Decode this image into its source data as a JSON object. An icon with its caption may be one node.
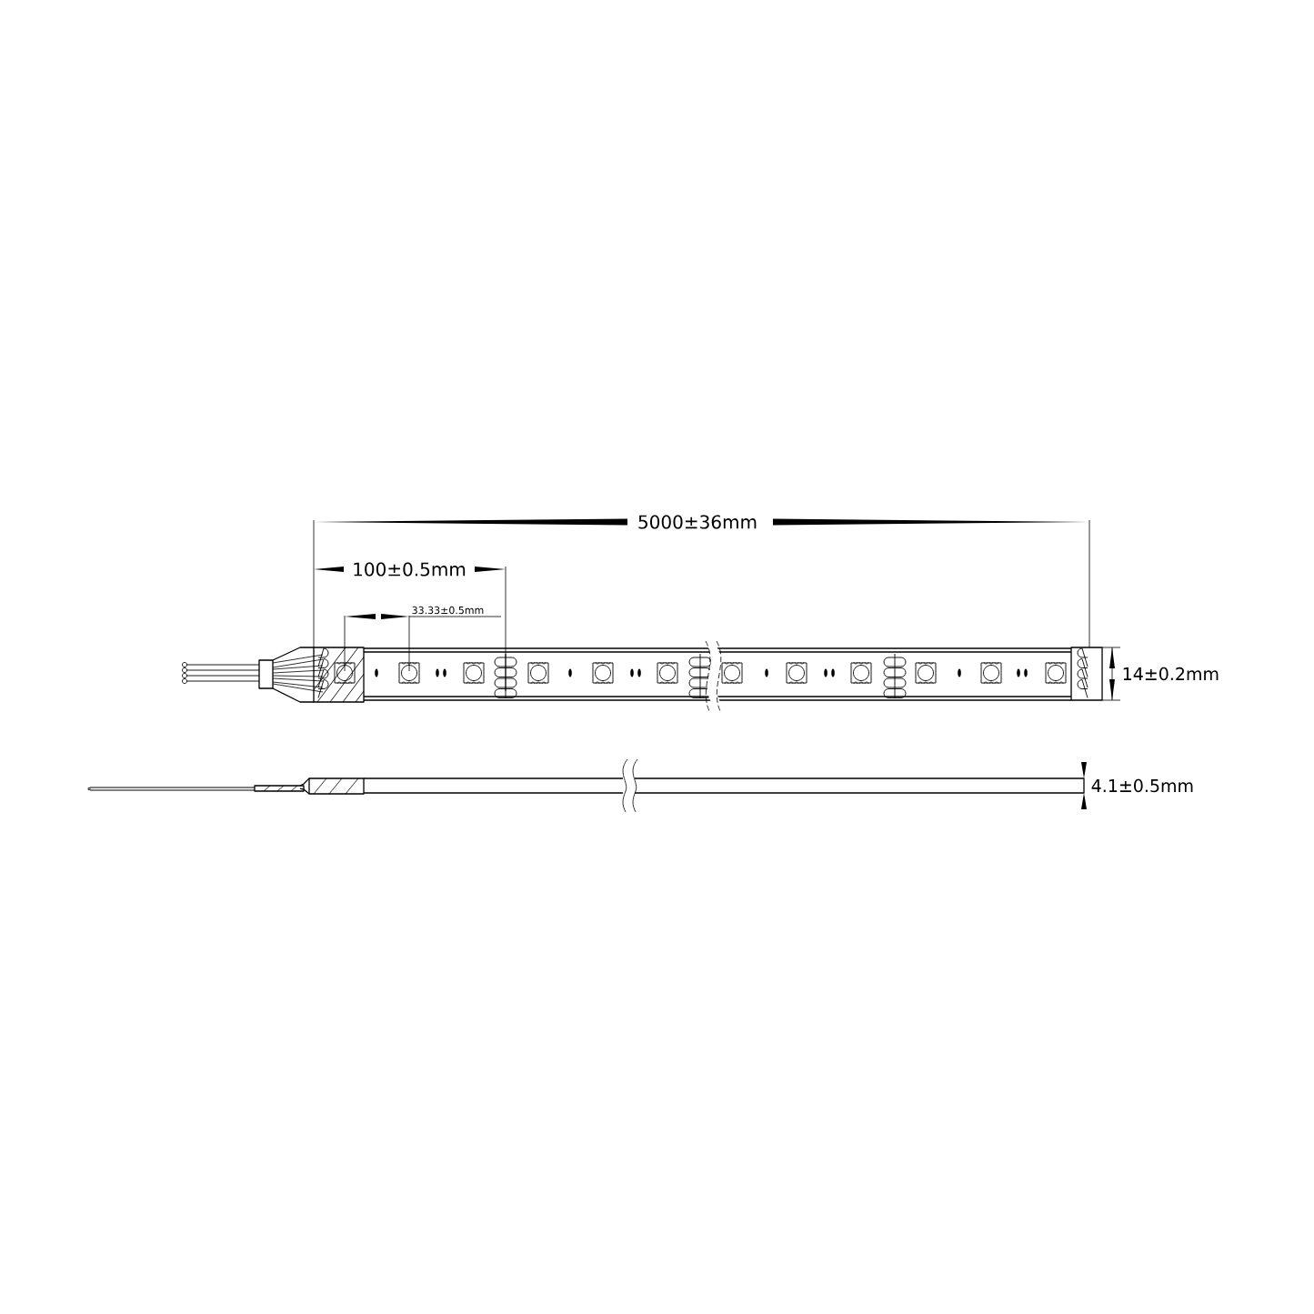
{
  "diagram": {
    "labels": [
      "5000±36mm",
      "100±0.5mm",
      "33.33±0.5mm",
      "14±0.2mm",
      "4.1±0.5mm"
    ]
  }
}
